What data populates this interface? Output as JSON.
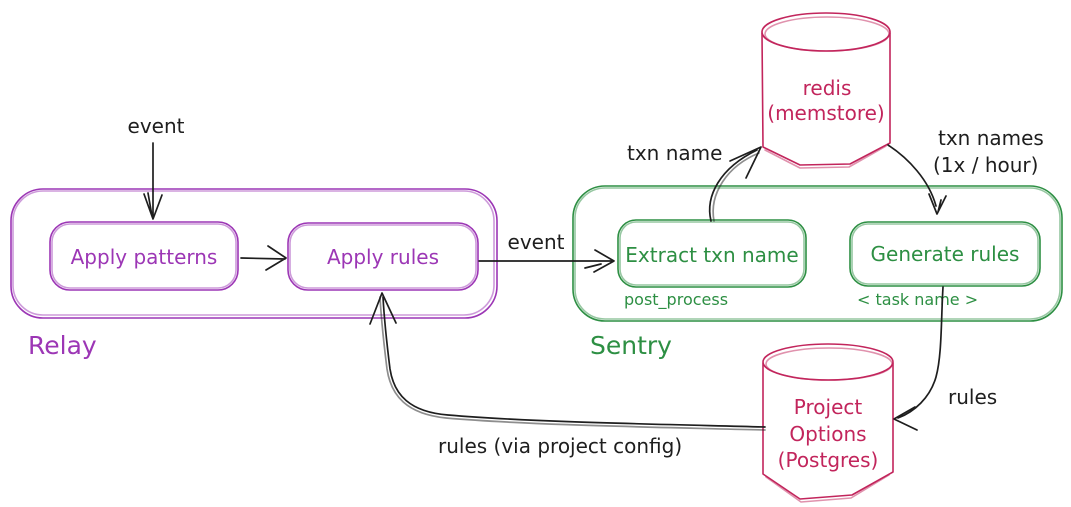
{
  "colors": {
    "relay_purple": "#9c36b5",
    "sentry_green": "#2d8f43",
    "datastore_crimson": "#c2255c",
    "arrow_ink": "#1e1e1e",
    "background": "#ffffff"
  },
  "relay": {
    "label": "Relay",
    "apply_patterns": "Apply patterns",
    "apply_rules": "Apply rules"
  },
  "sentry": {
    "label": "Sentry",
    "extract": "Extract txn name",
    "extract_sub": "post_process",
    "generate": "Generate rules",
    "generate_sub": "< task name >"
  },
  "redis": {
    "line1": "redis",
    "line2": "(memstore)"
  },
  "project_options": {
    "line1": "Project",
    "line2": "Options",
    "line3": "(Postgres)"
  },
  "edges": {
    "event_in": "event",
    "event_mid": "event",
    "txn_name": "txn name",
    "txn_names_1": "txn names",
    "txn_names_2": "(1x / hour)",
    "rules": "rules",
    "rules_config": "rules (via project config)"
  }
}
